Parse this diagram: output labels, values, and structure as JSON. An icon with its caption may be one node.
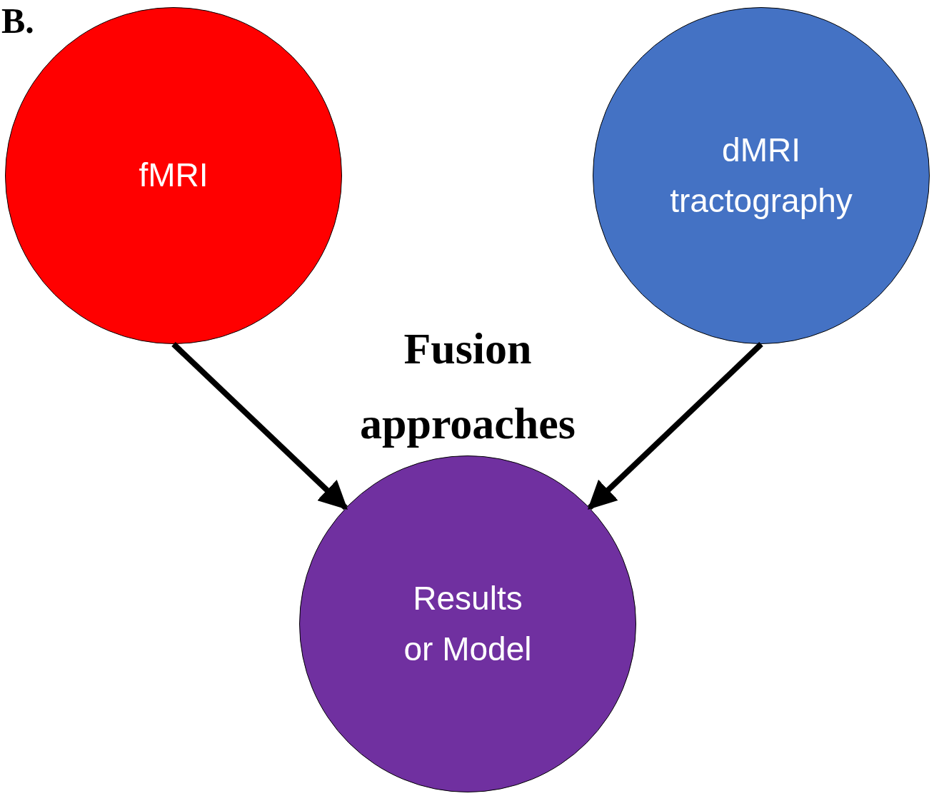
{
  "diagram": {
    "nodes": [
      {
        "text": [
          "fMRI"
        ]
      },
      {
        "text": [
          "dMRI tractography"
        ]
      },
      {
        "text": [
          "Results or Model"
        ]
      }
    ],
    "edges": [
      {
        "from": 0,
        "to": 2,
        "arrow": "to"
      },
      {
        "from": 1,
        "to": 2,
        "arrow": "to"
      }
    ],
    "labels": [
      "B.",
      "Fusion approaches"
    ]
  }
}
